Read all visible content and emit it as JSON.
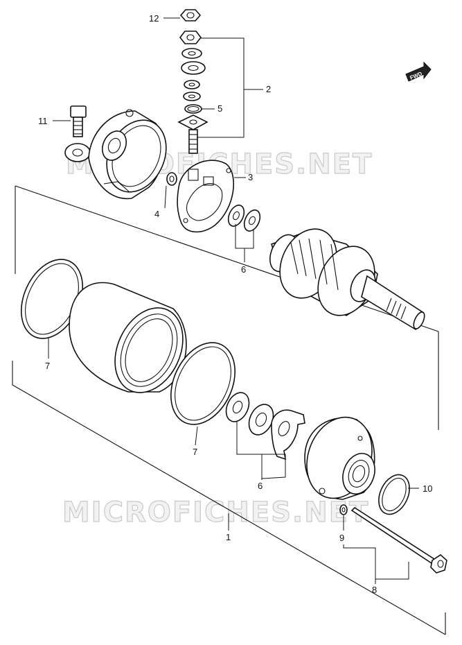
{
  "watermark": "MICROFICHES.NET",
  "fwd_badge": "FWD",
  "callouts": [
    {
      "id": "12",
      "label": "12"
    },
    {
      "id": "2",
      "label": "2"
    },
    {
      "id": "5",
      "label": "5"
    },
    {
      "id": "11",
      "label": "11"
    },
    {
      "id": "3",
      "label": "3"
    },
    {
      "id": "4",
      "label": "4"
    },
    {
      "id": "6a",
      "label": "6"
    },
    {
      "id": "7a",
      "label": "7"
    },
    {
      "id": "7b",
      "label": "7"
    },
    {
      "id": "6b",
      "label": "6"
    },
    {
      "id": "10",
      "label": "10"
    },
    {
      "id": "9",
      "label": "9"
    },
    {
      "id": "1",
      "label": "1"
    },
    {
      "id": "8",
      "label": "8"
    }
  ]
}
